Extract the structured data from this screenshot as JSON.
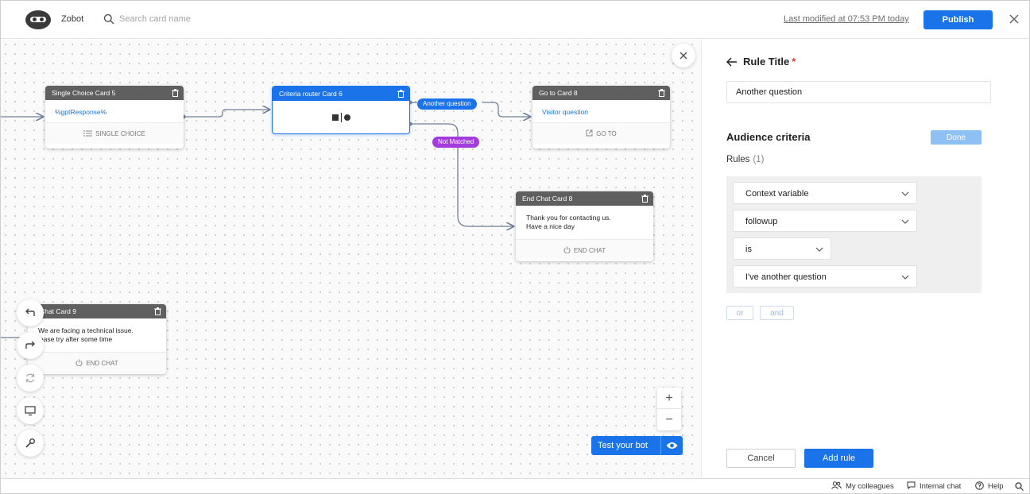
{
  "header": {
    "app_title": "Zobot",
    "search_placeholder": "Search card name",
    "last_modified": "Last modified at 07:53 PM today",
    "publish_label": "Publish"
  },
  "canvas": {
    "cards": {
      "single_choice": {
        "title": "Single Choice Card 5",
        "body": "%gptResponse%",
        "footer": "SINGLE CHOICE"
      },
      "router": {
        "title": "Criteria router Card 6"
      },
      "goto": {
        "title": "Go to Card 8",
        "body": "Visitor question",
        "footer": "GO TO"
      },
      "end_chat_8": {
        "title": "End Chat Card 8",
        "body_line1": "Thank you for contacting us.",
        "body_line2": "Have a nice day",
        "footer": "END CHAT"
      },
      "end_chat_9": {
        "title": "d Chat Card 9",
        "body_line1": "We are facing a technical issue.",
        "body_line2": "lease try after some time",
        "footer": "END CHAT"
      }
    },
    "connectors": {
      "another_question": "Another question",
      "not_matched": "Not Matched"
    },
    "zoom": {
      "in": "+",
      "out": "−"
    },
    "test_bot_label": "Test your bot"
  },
  "panel": {
    "rule_title_label": "Rule Title",
    "required_mark": "*",
    "rule_title_value": "Another question",
    "audience_title": "Audience criteria",
    "done_label": "Done",
    "rules_label": "Rules",
    "rules_count": "(1)",
    "rule": {
      "variable_type": "Context variable",
      "variable_name": "followup",
      "operator": "is",
      "value": "I've another question"
    },
    "or_label": "or",
    "and_label": "and",
    "cancel_label": "Cancel",
    "add_rule_label": "Add rule"
  },
  "footer": {
    "my_colleagues": "My colleagues",
    "internal_chat": "Internal chat",
    "help": "Help"
  },
  "colors": {
    "accent": "#1a73e8",
    "not_matched": "#a23cdd",
    "card_header": "#5f5f5f"
  }
}
